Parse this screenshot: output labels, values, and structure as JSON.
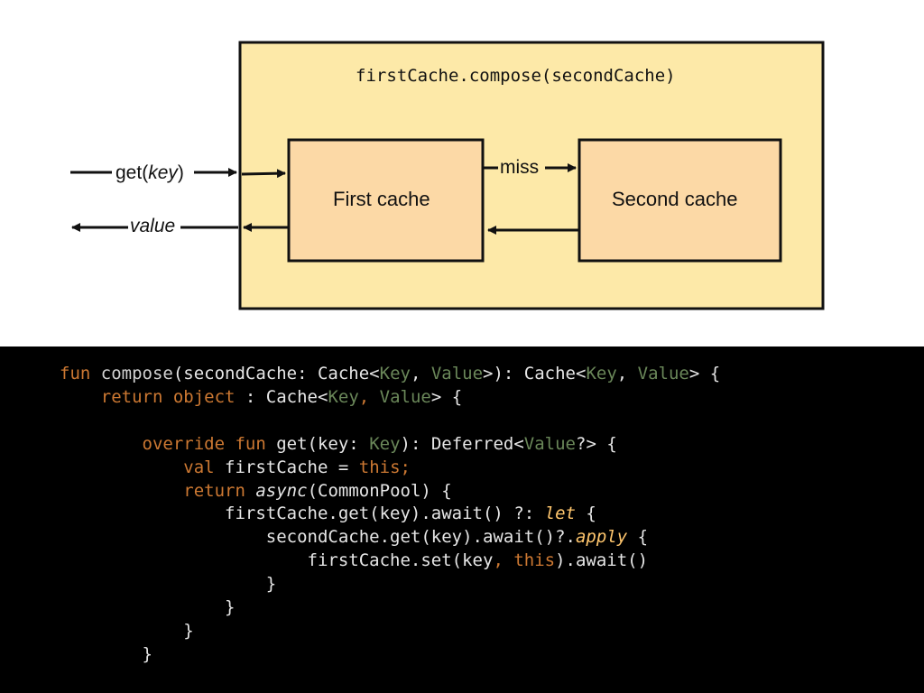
{
  "diagram": {
    "outer_title": "firstCache.compose(secondCache)",
    "first_cache_label": "First cache",
    "second_cache_label": "Second cache",
    "get_key_label": "get(key)",
    "value_label": "value",
    "miss_label": "miss",
    "colors": {
      "outer_fill": "#fde9a8",
      "inner_fill": "#fcd9a6",
      "stroke": "#111111"
    }
  },
  "code": {
    "lines": [
      [
        [
          "fun ",
          "kw"
        ],
        [
          "compose",
          "fn"
        ],
        [
          "(secondCache: Cache<",
          "plain"
        ],
        [
          "Key",
          "param"
        ],
        [
          ", ",
          "plain"
        ],
        [
          "Value",
          "param"
        ],
        [
          ">): Cache<",
          "plain"
        ],
        [
          "Key",
          "param"
        ],
        [
          ", ",
          "plain"
        ],
        [
          "Value",
          "param"
        ],
        [
          "> {",
          "plain"
        ]
      ],
      [
        [
          "    ",
          "plain"
        ],
        [
          "return ",
          "kw"
        ],
        [
          "object ",
          "kw"
        ],
        [
          ": Cache<",
          "plain"
        ],
        [
          "Key",
          "param"
        ],
        [
          ", ",
          "kw"
        ],
        [
          "Value",
          "param"
        ],
        [
          "> {",
          "plain"
        ]
      ],
      [
        [
          "",
          "plain"
        ]
      ],
      [
        [
          "        ",
          "plain"
        ],
        [
          "override ",
          "kw"
        ],
        [
          "fun ",
          "kw"
        ],
        [
          "get(key: ",
          "plain"
        ],
        [
          "Key",
          "param"
        ],
        [
          "): Deferred<",
          "plain"
        ],
        [
          "Value",
          "param"
        ],
        [
          "?> {",
          "plain"
        ]
      ],
      [
        [
          "            ",
          "plain"
        ],
        [
          "val ",
          "kw"
        ],
        [
          "firstCache = ",
          "plain"
        ],
        [
          "this",
          "kw"
        ],
        [
          ";",
          "kw"
        ]
      ],
      [
        [
          "            ",
          "plain"
        ],
        [
          "return ",
          "kw"
        ],
        [
          "async",
          "italic"
        ],
        [
          "(CommonPool) {",
          "plain"
        ]
      ],
      [
        [
          "                firstCache.get(key).await() ?: ",
          "plain"
        ],
        [
          "let",
          "ext"
        ],
        [
          " {",
          "plain"
        ]
      ],
      [
        [
          "                    secondCache.get(key).await()?.",
          "plain"
        ],
        [
          "apply",
          "ext"
        ],
        [
          " {",
          "plain"
        ]
      ],
      [
        [
          "                        firstCache.set(key",
          "plain"
        ],
        [
          ", ",
          "kw"
        ],
        [
          "this",
          "kw"
        ],
        [
          ").await()",
          "plain"
        ]
      ],
      [
        [
          "                    }",
          "plain"
        ]
      ],
      [
        [
          "                }",
          "plain"
        ]
      ],
      [
        [
          "            }",
          "plain"
        ]
      ],
      [
        [
          "        }",
          "plain"
        ]
      ]
    ]
  }
}
